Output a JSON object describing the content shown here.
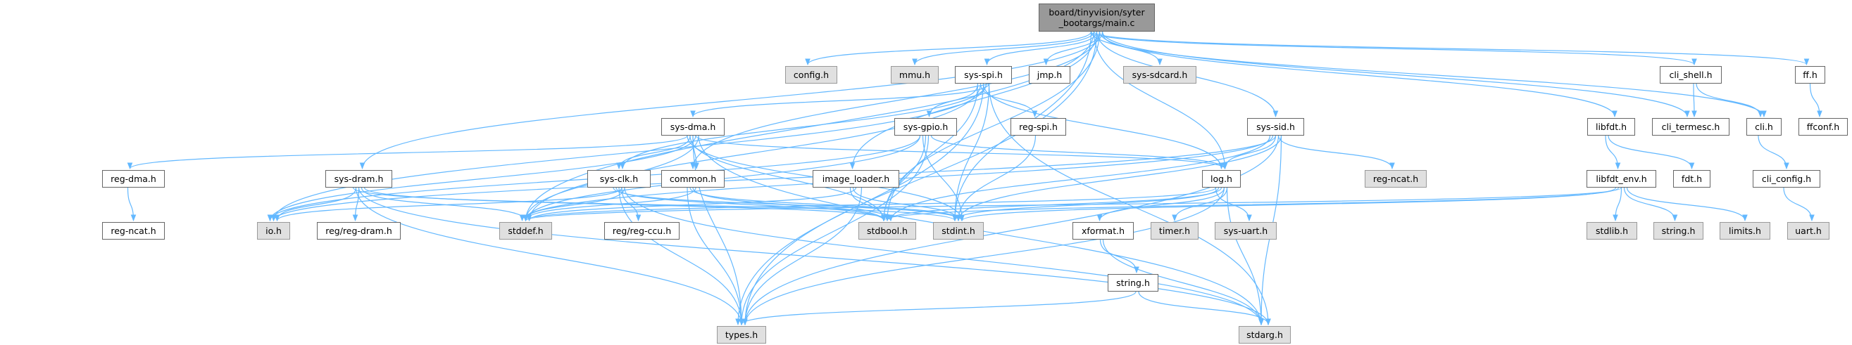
{
  "colors": {
    "edge": "#63b8ff",
    "root_fill": "#999999",
    "system_fill": "#e0e0e0",
    "local_fill": "#ffffff"
  },
  "nodes": {
    "main": {
      "label": "board/tinyvision/syter\n_bootargs/main.c",
      "kind": "root"
    },
    "config": {
      "label": "config.h",
      "kind": "sys"
    },
    "mmu": {
      "label": "mmu.h",
      "kind": "sys"
    },
    "sysspi": {
      "label": "sys-spi.h",
      "kind": "local"
    },
    "jmp": {
      "label": "jmp.h",
      "kind": "local"
    },
    "syssdcard": {
      "label": "sys-sdcard.h",
      "kind": "sys"
    },
    "clishell": {
      "label": "cli_shell.h",
      "kind": "local"
    },
    "ff": {
      "label": "ff.h",
      "kind": "local"
    },
    "sysdma": {
      "label": "sys-dma.h",
      "kind": "local"
    },
    "sysgpio": {
      "label": "sys-gpio.h",
      "kind": "local"
    },
    "regspi": {
      "label": "reg-spi.h",
      "kind": "local"
    },
    "syssid": {
      "label": "sys-sid.h",
      "kind": "local"
    },
    "libfdt": {
      "label": "libfdt.h",
      "kind": "local"
    },
    "clitermesc": {
      "label": "cli_termesc.h",
      "kind": "local"
    },
    "cli": {
      "label": "cli.h",
      "kind": "local"
    },
    "ffconf": {
      "label": "ffconf.h",
      "kind": "local"
    },
    "regdma": {
      "label": "reg-dma.h",
      "kind": "local"
    },
    "sysdram": {
      "label": "sys-dram.h",
      "kind": "local"
    },
    "sysclk": {
      "label": "sys-clk.h",
      "kind": "local"
    },
    "common": {
      "label": "common.h",
      "kind": "local"
    },
    "imageloader": {
      "label": "image_loader.h",
      "kind": "local"
    },
    "log": {
      "label": "log.h",
      "kind": "local"
    },
    "regncat2": {
      "label": "reg-ncat.h",
      "kind": "sys"
    },
    "libfdtenv": {
      "label": "libfdt_env.h",
      "kind": "local"
    },
    "fdt": {
      "label": "fdt.h",
      "kind": "local"
    },
    "cliconfig": {
      "label": "cli_config.h",
      "kind": "local"
    },
    "regncat": {
      "label": "reg-ncat.h",
      "kind": "local"
    },
    "io": {
      "label": "io.h",
      "kind": "sys"
    },
    "regdram": {
      "label": "reg/reg-dram.h",
      "kind": "local"
    },
    "stddef": {
      "label": "stddef.h",
      "kind": "sys"
    },
    "regccu": {
      "label": "reg/reg-ccu.h",
      "kind": "local"
    },
    "stdbool": {
      "label": "stdbool.h",
      "kind": "sys"
    },
    "stdint": {
      "label": "stdint.h",
      "kind": "sys"
    },
    "xformat": {
      "label": "xformat.h",
      "kind": "local"
    },
    "timer": {
      "label": "timer.h",
      "kind": "sys"
    },
    "sysuart": {
      "label": "sys-uart.h",
      "kind": "sys"
    },
    "stdlib": {
      "label": "stdlib.h",
      "kind": "sys"
    },
    "string2": {
      "label": "string.h",
      "kind": "sys"
    },
    "limits": {
      "label": "limits.h",
      "kind": "sys"
    },
    "uart": {
      "label": "uart.h",
      "kind": "sys"
    },
    "string": {
      "label": "string.h",
      "kind": "local"
    },
    "types": {
      "label": "types.h",
      "kind": "sys"
    },
    "stdarg": {
      "label": "stdarg.h",
      "kind": "sys"
    }
  },
  "edges": [
    [
      "main",
      "config"
    ],
    [
      "main",
      "mmu"
    ],
    [
      "main",
      "sysspi"
    ],
    [
      "main",
      "jmp"
    ],
    [
      "main",
      "syssdcard"
    ],
    [
      "main",
      "clishell"
    ],
    [
      "main",
      "ff"
    ],
    [
      "main",
      "syssid"
    ],
    [
      "main",
      "libfdt"
    ],
    [
      "main",
      "clitermesc"
    ],
    [
      "main",
      "cli"
    ],
    [
      "main",
      "log"
    ],
    [
      "main",
      "imageloader"
    ],
    [
      "main",
      "common"
    ],
    [
      "main",
      "sysdram"
    ],
    [
      "main",
      "stdint"
    ],
    [
      "main",
      "stddef"
    ],
    [
      "main",
      "types"
    ],
    [
      "main",
      "stdbool"
    ],
    [
      "sysspi",
      "sysdma"
    ],
    [
      "sysspi",
      "sysgpio"
    ],
    [
      "sysspi",
      "regspi"
    ],
    [
      "sysspi",
      "log"
    ],
    [
      "sysspi",
      "sysclk"
    ],
    [
      "sysspi",
      "stdint"
    ],
    [
      "sysspi",
      "stdbool"
    ],
    [
      "sysspi",
      "stddef"
    ],
    [
      "sysspi",
      "types"
    ],
    [
      "sysspi",
      "io"
    ],
    [
      "sysspi",
      "stdarg"
    ],
    [
      "sysdma",
      "regdma"
    ],
    [
      "sysdma",
      "sysclk"
    ],
    [
      "sysdma",
      "common"
    ],
    [
      "sysdma",
      "io"
    ],
    [
      "sysdma",
      "stddef"
    ],
    [
      "sysdma",
      "stdint"
    ],
    [
      "sysdma",
      "stdbool"
    ],
    [
      "sysdma",
      "types"
    ],
    [
      "sysdma",
      "log"
    ],
    [
      "sysdma",
      "stdarg"
    ],
    [
      "sysgpio",
      "stddef"
    ],
    [
      "sysgpio",
      "stdint"
    ],
    [
      "sysgpio",
      "stdbool"
    ],
    [
      "sysgpio",
      "types"
    ],
    [
      "sysgpio",
      "log"
    ],
    [
      "sysgpio",
      "io"
    ],
    [
      "regspi",
      "stdint"
    ],
    [
      "syssid",
      "log"
    ],
    [
      "syssid",
      "regncat2"
    ],
    [
      "syssid",
      "stdint"
    ],
    [
      "syssid",
      "stdbool"
    ],
    [
      "syssid",
      "stddef"
    ],
    [
      "syssid",
      "io"
    ],
    [
      "syssid",
      "types"
    ],
    [
      "syssid",
      "stdarg"
    ],
    [
      "regdma",
      "regncat"
    ],
    [
      "sysdram",
      "io"
    ],
    [
      "sysdram",
      "regdram"
    ],
    [
      "sysdram",
      "stddef"
    ],
    [
      "sysdram",
      "stdbool"
    ],
    [
      "sysdram",
      "stdint"
    ],
    [
      "sysdram",
      "types"
    ],
    [
      "sysdram",
      "stdarg"
    ],
    [
      "sysclk",
      "regccu"
    ],
    [
      "sysclk",
      "stddef"
    ],
    [
      "sysclk",
      "stdint"
    ],
    [
      "sysclk",
      "stdbool"
    ],
    [
      "sysclk",
      "types"
    ],
    [
      "sysclk",
      "io"
    ],
    [
      "sysclk",
      "stdarg"
    ],
    [
      "common",
      "types"
    ],
    [
      "common",
      "stdint"
    ],
    [
      "common",
      "stdbool"
    ],
    [
      "common",
      "stddef"
    ],
    [
      "imageloader",
      "types"
    ],
    [
      "imageloader",
      "stdbool"
    ],
    [
      "imageloader",
      "stdint"
    ],
    [
      "imageloader",
      "stddef"
    ],
    [
      "log",
      "xformat"
    ],
    [
      "log",
      "timer"
    ],
    [
      "log",
      "sysuart"
    ],
    [
      "log",
      "stdint"
    ],
    [
      "log",
      "stdbool"
    ],
    [
      "log",
      "types"
    ],
    [
      "log",
      "stdarg"
    ],
    [
      "log",
      "stddef"
    ],
    [
      "xformat",
      "string"
    ],
    [
      "xformat",
      "stdarg"
    ],
    [
      "string",
      "types"
    ],
    [
      "string",
      "stdarg"
    ],
    [
      "libfdt",
      "libfdtenv"
    ],
    [
      "libfdt",
      "fdt"
    ],
    [
      "libfdtenv",
      "stdlib"
    ],
    [
      "libfdtenv",
      "string2"
    ],
    [
      "libfdtenv",
      "limits"
    ],
    [
      "libfdtenv",
      "stdint"
    ],
    [
      "libfdtenv",
      "stdbool"
    ],
    [
      "libfdtenv",
      "stddef"
    ],
    [
      "clishell",
      "clitermesc"
    ],
    [
      "clishell",
      "cli"
    ],
    [
      "cli",
      "cliconfig"
    ],
    [
      "cliconfig",
      "uart"
    ],
    [
      "ff",
      "ffconf"
    ]
  ]
}
